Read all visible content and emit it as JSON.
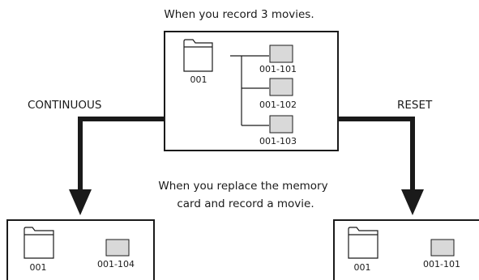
{
  "top_caption": "When you record 3 movies.",
  "left_branch_label": "CONTINUOUS",
  "right_branch_label": "RESET",
  "middle_caption_line1": "When you replace the memory",
  "middle_caption_line2": "card and record a movie.",
  "top_box": {
    "folder_label": "001",
    "files": [
      "001-101",
      "001-102",
      "001-103"
    ]
  },
  "bottom_left_box": {
    "folder_label": "001",
    "file_label": "001-104"
  },
  "bottom_right_box": {
    "folder_label": "001",
    "file_label": "001-101"
  },
  "colors": {
    "line": "#1a1a1a",
    "file_fill": "#d9d9d9",
    "background": "#ffffff"
  }
}
